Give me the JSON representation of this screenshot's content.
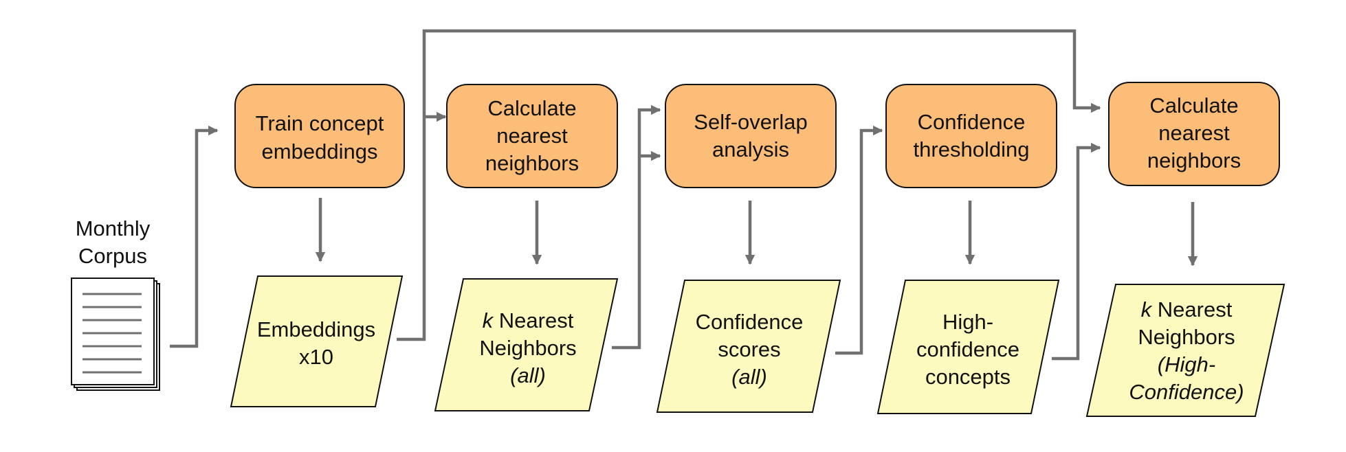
{
  "source": {
    "label_line1": "Monthly",
    "label_line2": "Corpus",
    "icon": "document-stack-icon"
  },
  "steps": [
    {
      "lines": [
        "Train concept",
        "embeddings"
      ]
    },
    {
      "lines": [
        "Calculate",
        "nearest",
        "neighbors"
      ]
    },
    {
      "lines": [
        "Self-overlap",
        "analysis"
      ]
    },
    {
      "lines": [
        "Confidence",
        "thresholding"
      ]
    },
    {
      "lines": [
        "Calculate",
        "nearest",
        "neighbors"
      ]
    }
  ],
  "outputs": [
    {
      "line1": "Embeddings",
      "line2": "x10"
    },
    {
      "line1_italic": "k",
      "line1_rest": " Nearest",
      "line2": "Neighbors",
      "line3": "(all)"
    },
    {
      "line1": "Confidence",
      "line2": "scores",
      "line3": "(all)"
    },
    {
      "line1": "High-",
      "line2": "confidence",
      "line3": "concepts"
    },
    {
      "line1_italic": "k",
      "line1_rest": " Nearest",
      "line2": "Neighbors",
      "line3": "(High-",
      "line4": "Confidence)"
    }
  ],
  "colors": {
    "process_fill": "#fcbd79",
    "data_fill": "#fdfac0",
    "connector": "#707070",
    "outline": "#111111"
  }
}
